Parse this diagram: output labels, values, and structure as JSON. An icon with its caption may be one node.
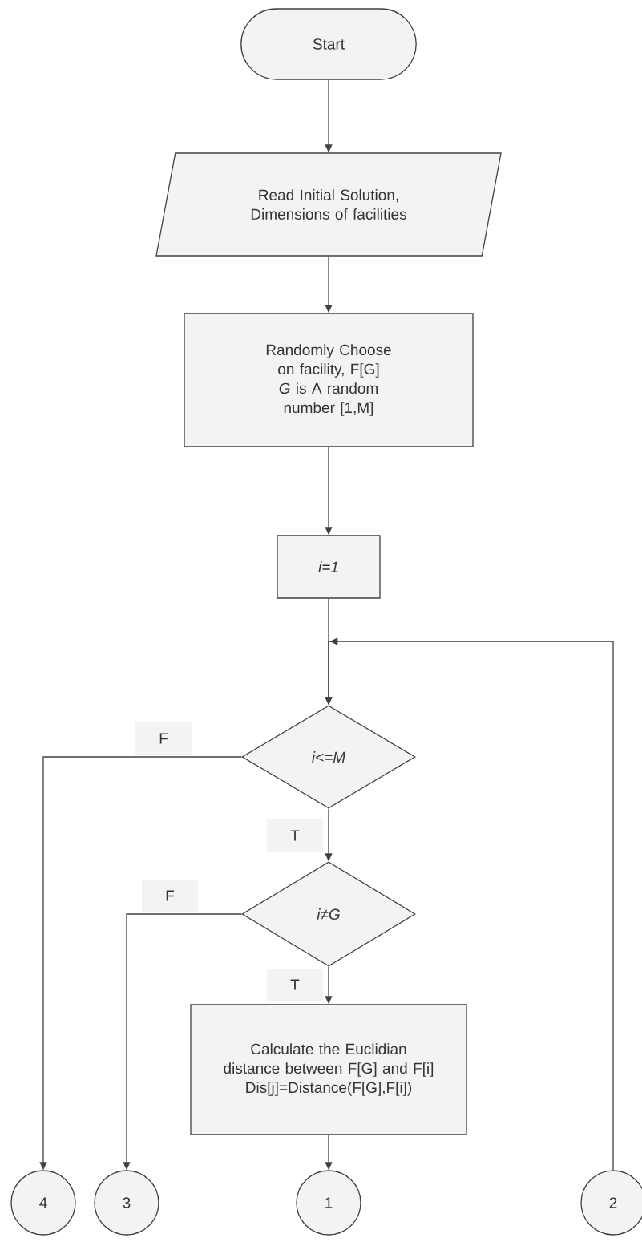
{
  "diagram": {
    "nodes": [
      {
        "text": [
          "Start"
        ]
      },
      {
        "text": [
          "Read Initial Solution, Dimensions of facilities"
        ]
      },
      {
        "text": [
          "Randomly Choose on facility, F[G]",
          "*G* is A random number [1,M]"
        ]
      },
      {
        "text": [
          "i=1"
        ]
      },
      {
        "text": [
          "i<=M"
        ]
      },
      {
        "text": [
          "i≠G"
        ]
      },
      {
        "text": [
          "Calculate the Euclidian distance between F[G] and F[i]",
          "Dis[j]=Distance(F[G],F[i])"
        ]
      },
      {
        "text": [
          "4"
        ]
      },
      {
        "text": [
          "3"
        ]
      },
      {
        "text": [
          "1"
        ]
      },
      {
        "text": [
          "2"
        ]
      }
    ],
    "edges": [
      {
        "from": 0,
        "to": 1,
        "arrow": "to"
      },
      {
        "from": 1,
        "to": 2,
        "arrow": "to"
      },
      {
        "from": 2,
        "to": 3,
        "arrow": "to"
      },
      {
        "from": 3,
        "to": 4,
        "arrow": "to"
      },
      {
        "from": 10,
        "to": 4,
        "arrow": "to"
      },
      {
        "from": 4,
        "to": 7,
        "arrow": "to",
        "label": "F"
      },
      {
        "from": 4,
        "to": 5,
        "arrow": "to",
        "label": "T"
      },
      {
        "from": 5,
        "to": 8,
        "arrow": "to",
        "label": "F"
      },
      {
        "from": 5,
        "to": 6,
        "arrow": "to",
        "label": "T"
      },
      {
        "from": 6,
        "to": 9,
        "arrow": "to"
      }
    ]
  }
}
